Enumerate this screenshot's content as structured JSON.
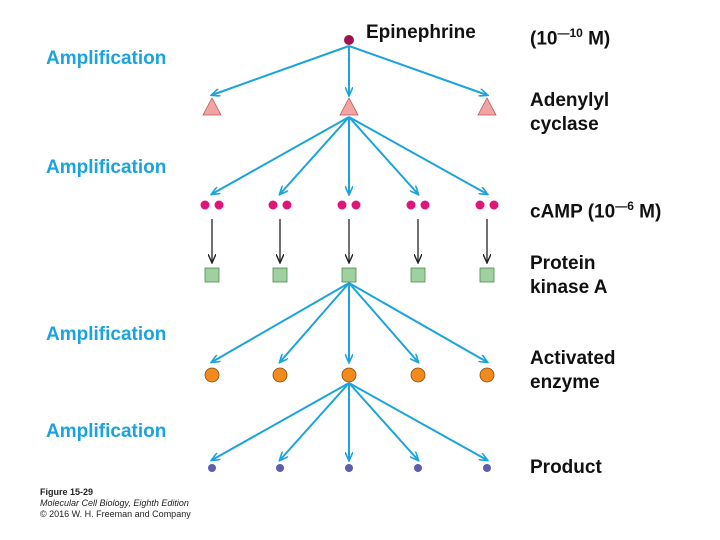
{
  "amplification_labels": [
    "Amplification",
    "Amplification",
    "Amplification",
    "Amplification"
  ],
  "levels": {
    "epinephrine": {
      "label": "Epinephrine",
      "conc_prefix": "(10",
      "conc_exp": "—10",
      "conc_suffix": " M)"
    },
    "adenylyl_cyclase": {
      "line1": "Adenylyl",
      "line2": "cyclase"
    },
    "camp": {
      "label": "cAMP (10",
      "conc_exp": "—6",
      "conc_suffix": " M)"
    },
    "pka": {
      "line1": "Protein",
      "line2": "kinase A"
    },
    "enzyme": {
      "line1": "Activated",
      "line2": "enzyme"
    },
    "product": {
      "label": "Product"
    }
  },
  "caption": {
    "figure": "Figure 15-29",
    "book": "Molecular Cell Biology, Eighth Edition",
    "copyright": "© 2016 W. H. Freeman and Company"
  },
  "colors": {
    "arrow": "#1ba3dd",
    "epinephrine": "#a0124d",
    "cyclase": "#f4a3a3",
    "camp": "#e0157a",
    "pka": "#9fd1a0",
    "enzyme": "#f28b1e",
    "product": "#5a5fb0"
  }
}
